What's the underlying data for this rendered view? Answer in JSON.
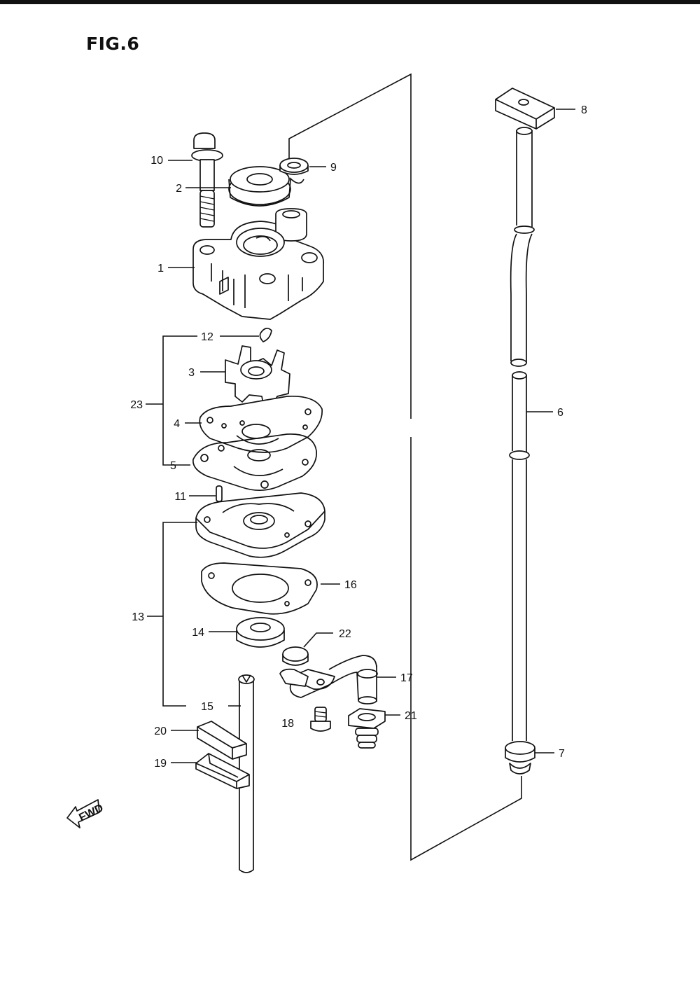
{
  "figure": {
    "title": "FIG.6",
    "fwd_label": "FWD"
  },
  "parts": [
    {
      "ref": "1"
    },
    {
      "ref": "2"
    },
    {
      "ref": "3"
    },
    {
      "ref": "4"
    },
    {
      "ref": "5"
    },
    {
      "ref": "6"
    },
    {
      "ref": "7"
    },
    {
      "ref": "8"
    },
    {
      "ref": "9"
    },
    {
      "ref": "10"
    },
    {
      "ref": "11"
    },
    {
      "ref": "12"
    },
    {
      "ref": "13"
    },
    {
      "ref": "14"
    },
    {
      "ref": "15"
    },
    {
      "ref": "16"
    },
    {
      "ref": "17"
    },
    {
      "ref": "18"
    },
    {
      "ref": "19"
    },
    {
      "ref": "20"
    },
    {
      "ref": "21"
    },
    {
      "ref": "22"
    },
    {
      "ref": "23"
    }
  ]
}
